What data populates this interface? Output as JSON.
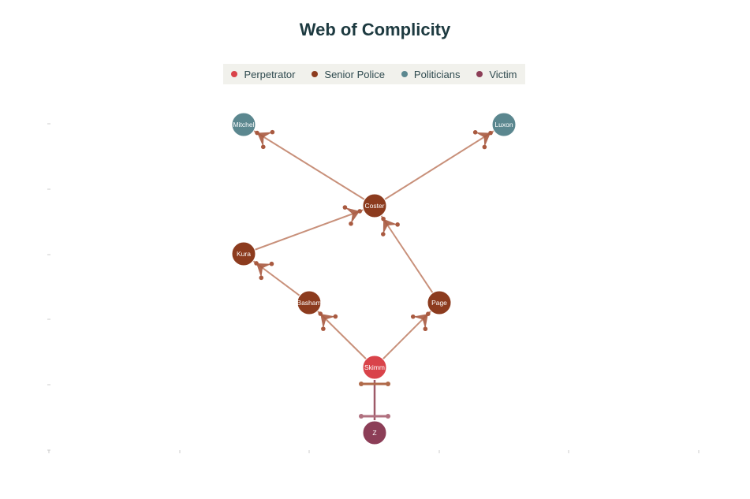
{
  "title": "Web of Complicity",
  "legend": [
    {
      "label": "Perpetrator",
      "color": "#d9434a"
    },
    {
      "label": "Senior Police",
      "color": "#8c3b1e"
    },
    {
      "label": "Politicians",
      "color": "#5b878f"
    },
    {
      "label": "Victim",
      "color": "#8c3e57"
    }
  ],
  "nodes": [
    {
      "id": "Mitchel",
      "group": 2
    },
    {
      "id": "Luxon",
      "group": 2
    },
    {
      "id": "Coster",
      "group": 1
    },
    {
      "id": "Kura",
      "group": 1
    },
    {
      "id": "Basham",
      "group": 1
    },
    {
      "id": "Page",
      "group": 1
    },
    {
      "id": "Skimm",
      "group": 0
    },
    {
      "id": "Z",
      "group": 3
    }
  ],
  "edges": [
    {
      "from": "Skimm",
      "to": "Basham"
    },
    {
      "from": "Skimm",
      "to": "Page"
    },
    {
      "from": "Basham",
      "to": "Kura"
    },
    {
      "from": "Kura",
      "to": "Coster"
    },
    {
      "from": "Page",
      "to": "Coster"
    },
    {
      "from": "Coster",
      "to": "Mitchel"
    },
    {
      "from": "Coster",
      "to": "Luxon"
    },
    {
      "from": "Skimm",
      "to": "Z",
      "undirected": true
    }
  ],
  "edge_color": "#c8907a",
  "arrow_color": "#a95a40"
}
